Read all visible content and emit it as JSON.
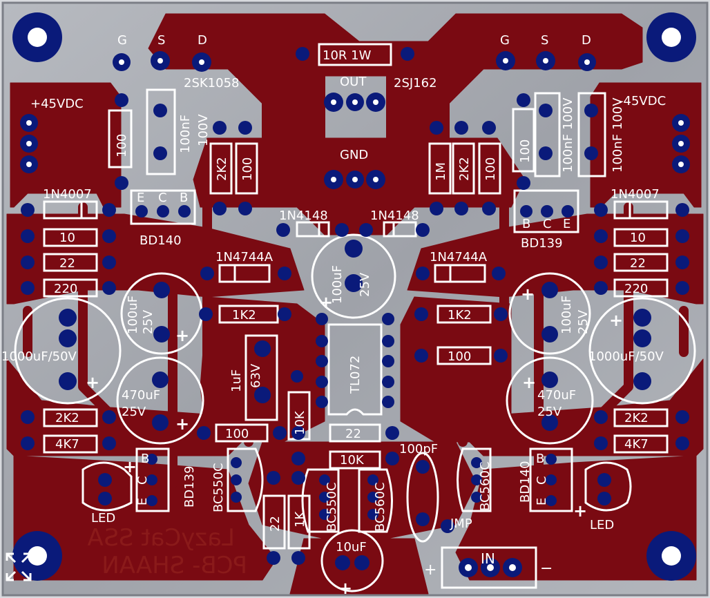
{
  "colors": {
    "board": "#a9acb3",
    "copper": "#7a0a12",
    "pad": "#0a1a7a",
    "silk": "#ffffff",
    "mirror_text": "#8a1a1a"
  },
  "board_title_mirror": [
    "LazyCat SSA",
    "PCB- SHAAN"
  ],
  "power": {
    "pos": "+45VDC",
    "neg": "-45VDC"
  },
  "mosfets": {
    "left_pins": [
      "G",
      "S",
      "D"
    ],
    "right_pins": [
      "G",
      "S",
      "D"
    ],
    "left_part": "2SK1058",
    "right_part": "2SJ162"
  },
  "output": {
    "resistor": "10R 1W",
    "out": "OUT",
    "gnd": "GND"
  },
  "resistors": {
    "r100_tl": "100",
    "cap100nF_l": "100nF",
    "cap_l_v": "100V",
    "r2k2_l": "2K2",
    "r100_l": "100",
    "r1m": "1M",
    "r2k2_r": "2K2",
    "r100_r": "100",
    "r100_tr": "100",
    "cap100nF_r1": "100nF 100V",
    "cap100nF_r2": "100nF 100V",
    "r10_l": "10",
    "r22_l": "22",
    "r220_l": "220",
    "r10_r": "10",
    "r22_r": "22",
    "r220_r": "220",
    "r1k2_l": "1K2",
    "r1k2_r": "1K2",
    "r100_mid": "100",
    "r2k2_bl": "2K2",
    "r4k7_l": "4K7",
    "r2k2_br": "2K2",
    "r4k7_r": "4K7",
    "r100_bot": "100",
    "r10k_v": "10K",
    "r22_bot": "22",
    "r10k": "10K",
    "r22_v": "22",
    "r1k_v": "1K"
  },
  "diodes": {
    "d1n4007_l": "1N4007",
    "d1n4007_r": "1N4007",
    "d1n4148_l": "1N4148",
    "d1n4148_r": "1N4148",
    "zener_l": "1N4744A",
    "zener_r": "1N4744A"
  },
  "caps": {
    "c100uF_c": "100uF",
    "c25v_c": "25V",
    "c100uF_l": "100uF",
    "c25v_l": "25V",
    "c100uF_r": "100uF",
    "c25v_r": "25V",
    "c1000_l": "1000uF/50V",
    "c1000_r": "1000uF/50V",
    "c470_l": "470uF",
    "c470v_l": "25V",
    "c470_r": "470uF",
    "c470v_r": "25V",
    "c1uF": "1uF",
    "c63v": "63V",
    "c10uF": "10uF",
    "c100pF": "100pF"
  },
  "transistors": {
    "bd140_t": "BD140",
    "bd139_t": "BD139",
    "bd139_b": "BD139",
    "bd140_b": "BD140",
    "bc550c_l": "BC550C",
    "bc550c_m": "BC550C",
    "bc560c_m": "BC560C",
    "bc560c_r": "BC560C"
  },
  "ic": "TL072",
  "pinlabels": {
    "E": "E",
    "C": "C",
    "B": "B"
  },
  "misc": {
    "led_l": "LED",
    "led_r": "LED",
    "jmp": "JMP",
    "in": "IN",
    "plus": "+",
    "minus": "−"
  }
}
